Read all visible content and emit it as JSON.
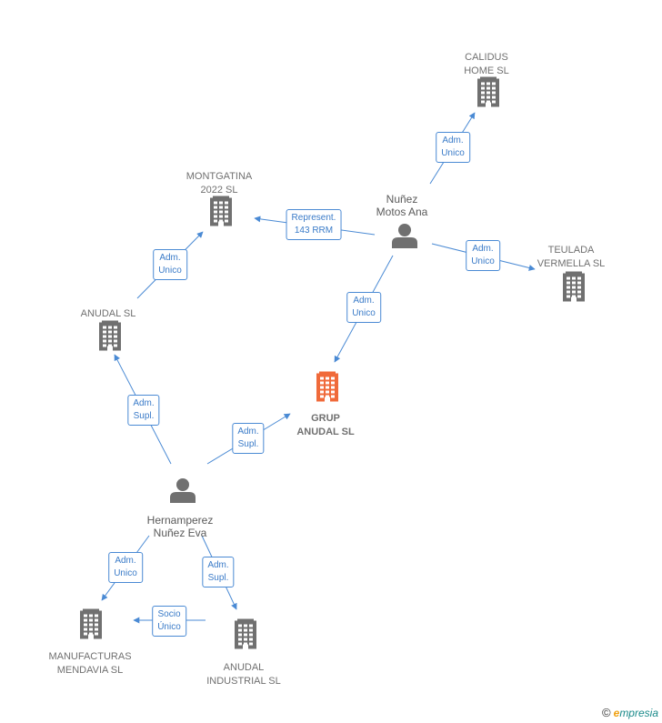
{
  "colors": {
    "edge": "#4a8ad4",
    "company": "#707070",
    "focus": "#f06a3a",
    "person": "#707070"
  },
  "nodes": [
    {
      "id": "calidus",
      "kind": "company",
      "lines": [
        "CALIDUS",
        "HOME  SL"
      ]
    },
    {
      "id": "montgatina",
      "kind": "company",
      "lines": [
        "MONTGATINA",
        "2022  SL"
      ]
    },
    {
      "id": "nunez",
      "kind": "person",
      "lines": [
        "Nuñez",
        "Motos Ana"
      ]
    },
    {
      "id": "teulada",
      "kind": "company",
      "lines": [
        "TEULADA",
        "VERMELLA  SL"
      ]
    },
    {
      "id": "anudal",
      "kind": "company",
      "lines": [
        "ANUDAL SL"
      ]
    },
    {
      "id": "grup",
      "kind": "focus",
      "lines": [
        "GRUP",
        "ANUDAL  SL"
      ]
    },
    {
      "id": "hernamperez",
      "kind": "person",
      "lines": [
        "Hernamperez",
        "Nuñez Eva"
      ]
    },
    {
      "id": "manufacturas",
      "kind": "company",
      "lines": [
        "MANUFACTURAS",
        "MENDAVIA  SL"
      ]
    },
    {
      "id": "industrial",
      "kind": "company",
      "lines": [
        "ANUDAL",
        "INDUSTRIAL SL"
      ]
    }
  ],
  "edges": [
    {
      "from": "nunez",
      "to": "calidus",
      "lines": [
        "Adm.",
        "Unico"
      ]
    },
    {
      "from": "nunez",
      "to": "montgatina",
      "lines": [
        "Represent.",
        "143 RRM"
      ]
    },
    {
      "from": "nunez",
      "to": "teulada",
      "lines": [
        "Adm.",
        "Unico"
      ]
    },
    {
      "from": "nunez",
      "to": "grup",
      "lines": [
        "Adm.",
        "Unico"
      ]
    },
    {
      "from": "anudal",
      "to": "montgatina",
      "lines": [
        "Adm.",
        "Unico"
      ]
    },
    {
      "from": "hernamperez",
      "to": "anudal",
      "lines": [
        "Adm.",
        "Supl."
      ]
    },
    {
      "from": "hernamperez",
      "to": "grup",
      "lines": [
        "Adm.",
        "Supl."
      ]
    },
    {
      "from": "hernamperez",
      "to": "manufacturas",
      "lines": [
        "Adm.",
        "Unico"
      ]
    },
    {
      "from": "hernamperez",
      "to": "industrial",
      "lines": [
        "Adm.",
        "Supl."
      ]
    },
    {
      "from": "industrial",
      "to": "manufacturas",
      "lines": [
        "Socio",
        "Único"
      ]
    }
  ],
  "footer": {
    "copyright": "©",
    "brand_initial": "e",
    "brand_rest": "mpresia"
  }
}
